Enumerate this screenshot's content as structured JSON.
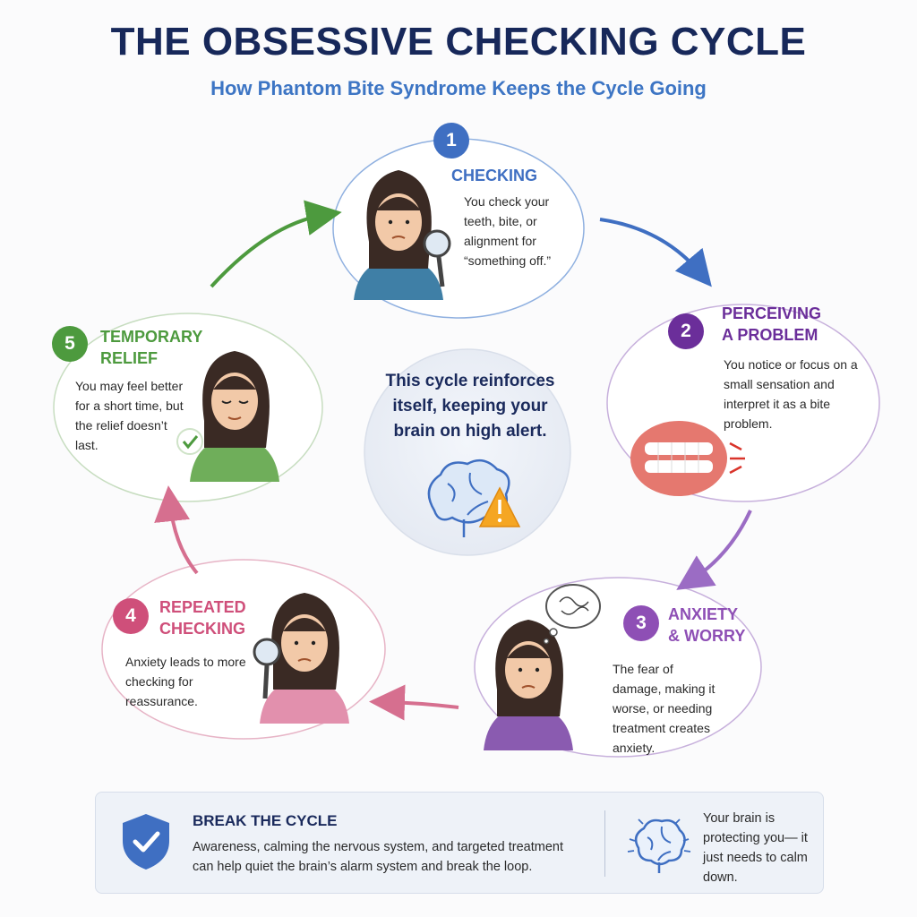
{
  "title": "THE OBSESSIVE CHECKING CYCLE",
  "subtitle": "How Phantom Bite Syndrome Keeps the Cycle Going",
  "stages": [
    {
      "number": "1",
      "title": "CHECKING",
      "description": "You check your teeth, bite, or alignment for “something off.”",
      "color": "#3f6fc2"
    },
    {
      "number": "2",
      "title": "PERCEIVING A PROBLEM",
      "description": "You notice or focus on a small sensation and interpret it as a bite problem.",
      "color": "#6b2e9a"
    },
    {
      "number": "3",
      "title": "ANXIETY & WORRY",
      "description": "The fear of damage, making it worse, or needing treatment creates anxiety.",
      "color": "#8e4fb5"
    },
    {
      "number": "4",
      "title": "REPEATED CHECKING",
      "description": "Anxiety leads to more checking for reassurance.",
      "color": "#cf4f7a"
    },
    {
      "number": "5",
      "title": "TEMPORARY RELIEF",
      "description": "You may feel better for a short time, but the relief doesn’t last.",
      "color": "#4d9a3e"
    }
  ],
  "center": {
    "text": "This cycle reinforces itself, keeping your brain on high alert."
  },
  "banner": {
    "title": "BREAK THE CYCLE",
    "body": "Awareness, calming the nervous system, and targeted treatment can help quiet the brain’s alarm system and break the loop.",
    "side_text": "Your brain is protecting you— it just needs to calm down."
  },
  "icons": [
    "magnifier-icon",
    "teeth-icon",
    "thought-bubble-icon",
    "checkmark-icon",
    "brain-icon",
    "warning-icon",
    "shield-check-icon"
  ]
}
